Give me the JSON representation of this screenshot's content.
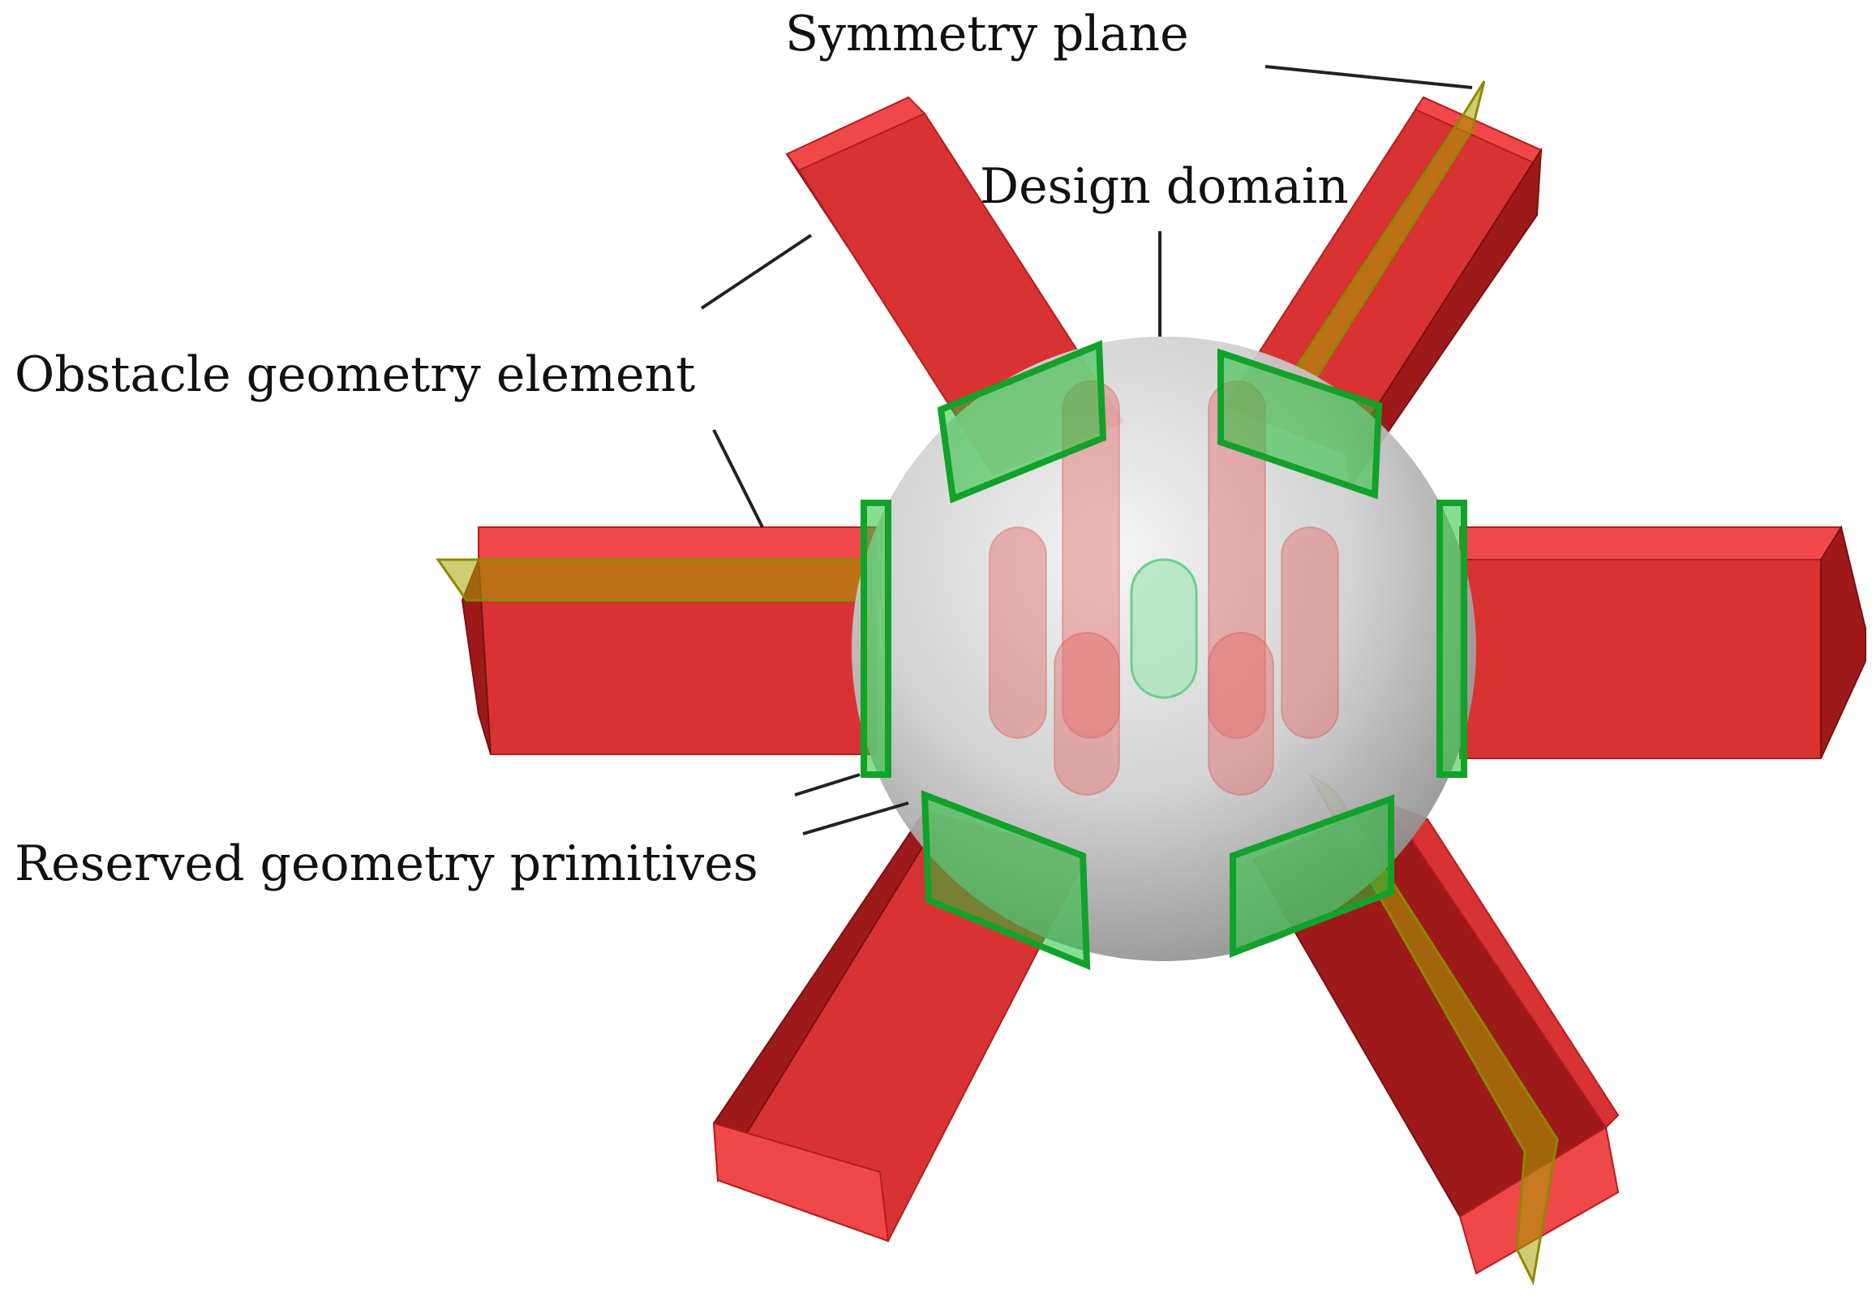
{
  "labels": {
    "symmetry_plane": "Symmetry plane",
    "design_domain": "Design domain",
    "obstacle_geometry_element": "Obstacle geometry element",
    "reserved_geometry_primitives": "Reserved geometry primitives"
  },
  "colors": {
    "obstacle": "#d93232",
    "design_domain": "#c8c8c8",
    "reserved_primitive": "#24c33a",
    "symmetry_plane": "#a8a400"
  }
}
